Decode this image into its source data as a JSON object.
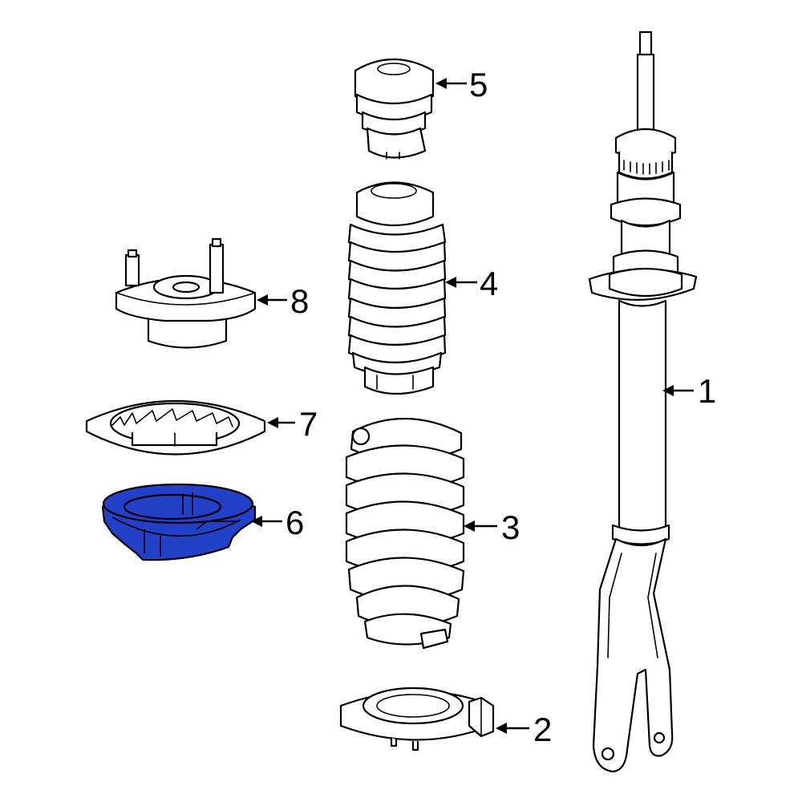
{
  "callouts": [
    {
      "id": "1",
      "label": "1"
    },
    {
      "id": "2",
      "label": "2"
    },
    {
      "id": "3",
      "label": "3"
    },
    {
      "id": "4",
      "label": "4"
    },
    {
      "id": "5",
      "label": "5"
    },
    {
      "id": "6",
      "label": "6",
      "highlighted": true
    },
    {
      "id": "7",
      "label": "7"
    },
    {
      "id": "8",
      "label": "8"
    }
  ],
  "colors": {
    "highlight": "#2340c8",
    "line": "#000000",
    "background": "#ffffff"
  }
}
